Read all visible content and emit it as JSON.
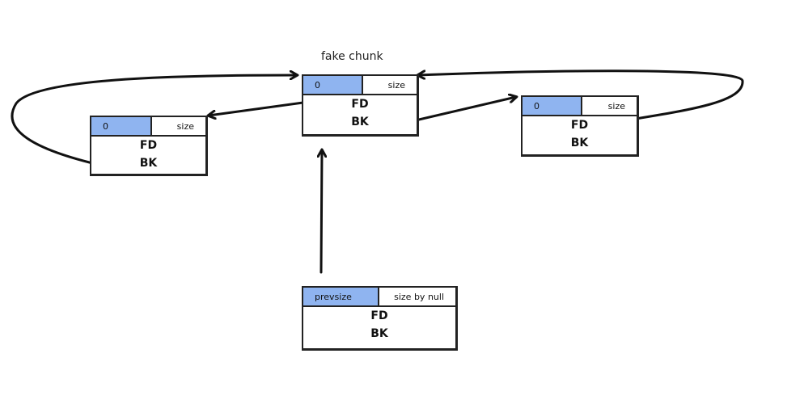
{
  "caption": "fake chunk",
  "chunks": {
    "fake": {
      "left": "0",
      "right": "size",
      "fd": "FD",
      "bk": "BK"
    },
    "left": {
      "left": "0",
      "right": "size",
      "fd": "FD",
      "bk": "BK"
    },
    "right": {
      "left": "0",
      "right": "size",
      "fd": "FD",
      "bk": "BK"
    },
    "bottom": {
      "left": "prevsize",
      "right": "size by null",
      "fd": "FD",
      "bk": "BK"
    }
  },
  "colors": {
    "header_fill": "#8fb4f0",
    "stroke": "#111111"
  }
}
